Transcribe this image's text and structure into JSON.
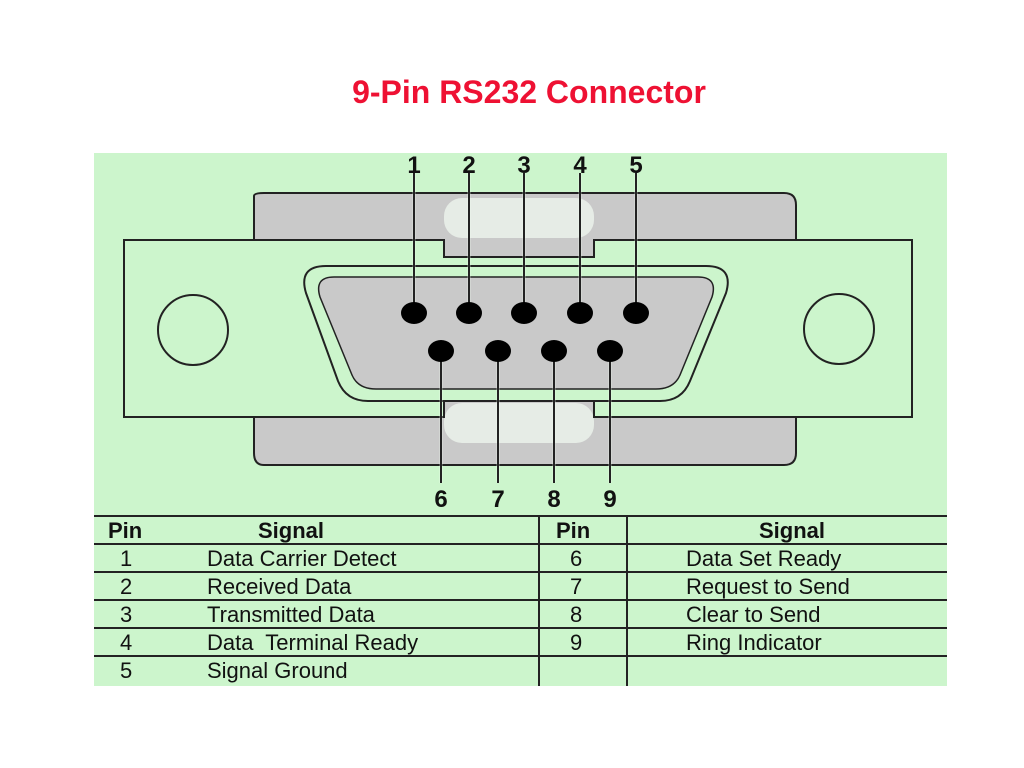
{
  "title": "9-Pin RS232 Connector",
  "diagram": {
    "top_pin_labels": [
      "1",
      "2",
      "3",
      "4",
      "5"
    ],
    "bottom_pin_labels": [
      "6",
      "7",
      "8",
      "9"
    ]
  },
  "table": {
    "headers": {
      "pin": "Pin",
      "signal": "Signal"
    },
    "left": [
      {
        "pin": "1",
        "signal": "Data Carrier Detect"
      },
      {
        "pin": "2",
        "signal": "Received Data"
      },
      {
        "pin": "3",
        "signal": "Transmitted Data"
      },
      {
        "pin": "4",
        "signal": "Data  Terminal Ready"
      },
      {
        "pin": "5",
        "signal": "Signal Ground"
      }
    ],
    "right": [
      {
        "pin": "6",
        "signal": "Data Set Ready"
      },
      {
        "pin": "7",
        "signal": "Request to Send"
      },
      {
        "pin": "8",
        "signal": "Clear to Send"
      },
      {
        "pin": "9",
        "signal": "Ring Indicator"
      }
    ]
  },
  "colors": {
    "title": "#ee1133",
    "background": "#ccf5cc",
    "connector_shell": "#c8c8c8",
    "pin": "#000000"
  }
}
